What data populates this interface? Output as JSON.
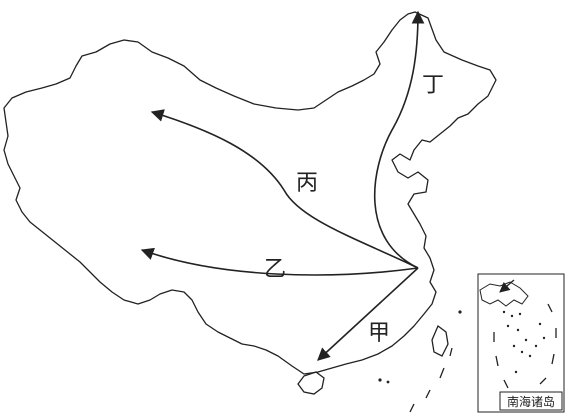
{
  "routes": [
    {
      "label": "甲",
      "direction": "southwest"
    },
    {
      "label": "乙",
      "direction": "west"
    },
    {
      "label": "丙",
      "direction": "northwest"
    },
    {
      "label": "丁",
      "direction": "north"
    }
  ],
  "inset": {
    "caption": "南海诸岛"
  },
  "colors": {
    "outline": "#222222",
    "arrow": "#222222",
    "background": "#ffffff"
  }
}
